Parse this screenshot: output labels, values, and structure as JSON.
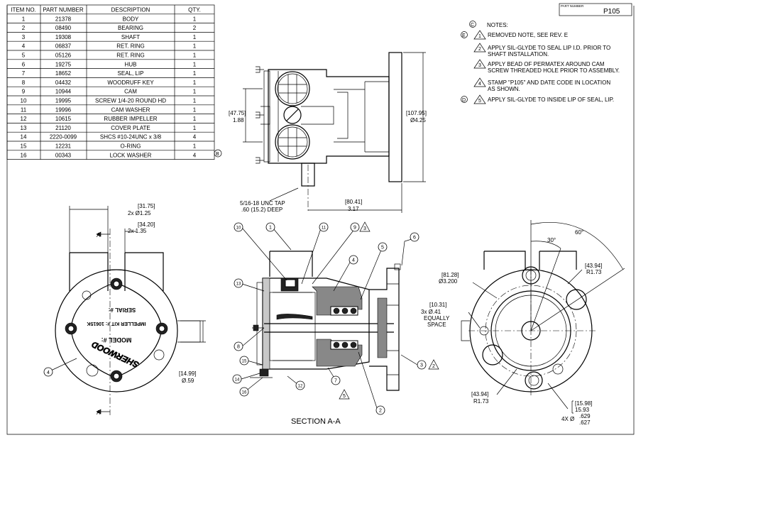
{
  "title_block": {
    "part_number_label": "PART NUMBER",
    "part_number": "P105"
  },
  "bom": {
    "headers": [
      "ITEM NO.",
      "PART NUMBER",
      "DESCRIPTION",
      "QTY."
    ],
    "rows": [
      [
        "1",
        "21378",
        "BODY",
        "1"
      ],
      [
        "2",
        "08490",
        "BEARING",
        "2"
      ],
      [
        "3",
        "19308",
        "SHAFT",
        "1"
      ],
      [
        "4",
        "06837",
        "RET. RING",
        "1"
      ],
      [
        "5",
        "05126",
        "RET. RING",
        "1"
      ],
      [
        "6",
        "19275",
        "HUB",
        "1"
      ],
      [
        "7",
        "18652",
        "SEAL, LIP",
        "1"
      ],
      [
        "8",
        "04432",
        "WOODRUFF KEY",
        "1"
      ],
      [
        "9",
        "10944",
        "CAM",
        "1"
      ],
      [
        "10",
        "19995",
        "SCREW 1/4-20 ROUND HD",
        "1"
      ],
      [
        "11",
        "19996",
        "CAM WASHER",
        "1"
      ],
      [
        "12",
        "10615",
        "RUBBER IMPELLER",
        "1"
      ],
      [
        "13",
        "21120",
        "COVER PLATE",
        "1"
      ],
      [
        "14",
        "2220-0099",
        "SHCS #10-24UNC x 3/8",
        "4"
      ],
      [
        "15",
        "12231",
        "O-RING",
        "1"
      ],
      [
        "16",
        "00343",
        "LOCK WASHER",
        "4"
      ]
    ]
  },
  "notes": {
    "heading_letter": "C",
    "heading": "NOTES:",
    "items": [
      {
        "rev": "E",
        "num": "1",
        "text": [
          "REMOVED NOTE, SEE REV. E"
        ]
      },
      {
        "rev": "",
        "num": "2",
        "text": [
          "APPLY SIL-GLYDE TO SEAL LIP I.D. PRIOR TO",
          "SHAFT INSTALLATION."
        ]
      },
      {
        "rev": "",
        "num": "3",
        "text": [
          "APPLY BEAD OF PERMATEX AROUND CAM",
          "SCREW THREADED HOLE PRIOR TO ASSEMBLY."
        ]
      },
      {
        "rev": "",
        "num": "4",
        "text": [
          "STAMP \"P105\" AND DATE CODE IN LOCATION",
          "AS SHOWN."
        ]
      },
      {
        "rev": "D",
        "num": "5",
        "text": [
          "APPLY SIL-GLYDE TO INSIDE LIP OF SEAL, LIP."
        ]
      }
    ]
  },
  "revision_marker_b": "B",
  "top_view": {
    "dim_height_mm": "[47.75]",
    "dim_height_in": "1.88",
    "dim_dia_mm": "[107.95]",
    "dim_dia_in": "Ø4.25",
    "tap_line1": "5/16-18 UNC TAP",
    "tap_line2": ".60 (15.2) DEEP",
    "dim_len_mm": "[80.41]",
    "dim_len_in": "3.17"
  },
  "front_view": {
    "dim_a_mm": "[31.75]",
    "dim_a_in": "2x  Ø1.25",
    "dim_b_mm": "[34.20]",
    "dim_b_in": "2x    1.35",
    "section_letter": "A",
    "dim_c_mm": "[14.99]",
    "dim_c_in": "Ø.59",
    "plate_model": "MODEL #:",
    "plate_impeller": "IMPELLER KIT #:  10615K",
    "plate_serial": "SERIAL #:",
    "brand": "SHERWOOD",
    "balloon": "4"
  },
  "section_view": {
    "title": "SECTION A-A",
    "balloons": [
      "10",
      "1",
      "11",
      "9",
      "3",
      "4",
      "5",
      "6",
      "13",
      "8",
      "15",
      "14",
      "16",
      "12",
      "7",
      "5",
      "3",
      "2",
      "2"
    ]
  },
  "side_view": {
    "angle_60": "60°",
    "angle_30": "30°",
    "dim_r1_mm": "[43.94]",
    "dim_r1_in": "R1.73",
    "dim_bc_mm": "[81.28]",
    "dim_bc_in": "Ø3.200",
    "dim_h_mm": "[10.31]",
    "dim_h_in": "3x   Ø.41",
    "equal1": "EQUALLY",
    "equal2": "SPACE",
    "dim_r2_mm": "[43.94]",
    "dim_r2_in": "R1.73",
    "dim_p_mm1": "[15.98]",
    "dim_p_mm2": "15.93",
    "dim_p_qty": "4X   Ø",
    "dim_p_in1": ".629",
    "dim_p_in2": ".627"
  }
}
